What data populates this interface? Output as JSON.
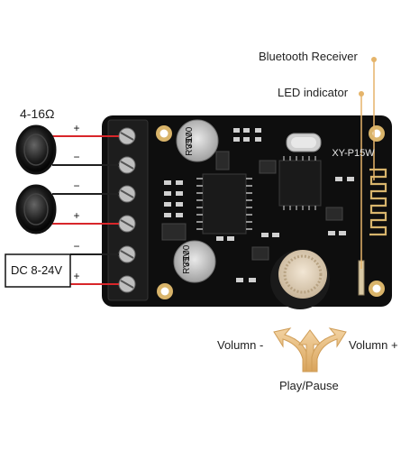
{
  "labels": {
    "bluetooth_receiver": "Bluetooth Receiver",
    "led_indicator": "LED indicator",
    "impedance": "4-16Ω",
    "power_input": "DC 8-24V",
    "volume_down": "Volumn -",
    "volume_up": "Volumn +",
    "play_pause": "Play/Pause"
  },
  "terminal_polarity": [
    "+",
    "−",
    "−",
    "+",
    "−",
    "+"
  ],
  "board": {
    "model_marking": "XY-P15W",
    "capacitor_top": [
      "100",
      "35V",
      "RVT"
    ],
    "capacitor_bottom": [
      "100",
      "35V",
      "RVT"
    ]
  },
  "colors": {
    "accent_gold": "#e5b46a",
    "board_black": "#111111",
    "wire_red": "#d8262a",
    "wire_black": "#202020"
  }
}
